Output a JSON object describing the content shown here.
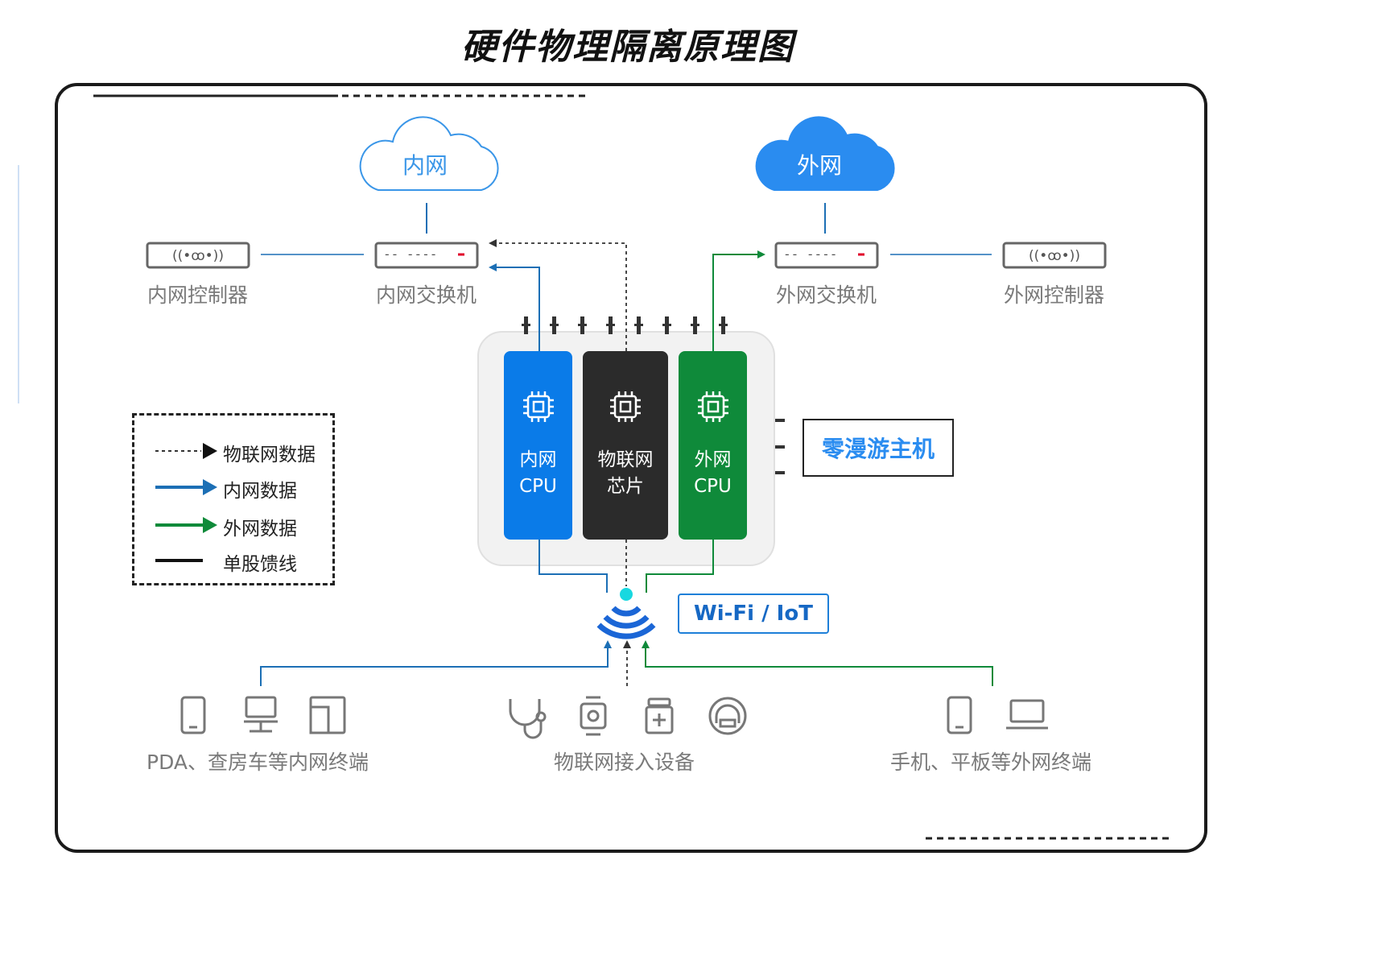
{
  "title": "硬件物理隔离原理图",
  "clouds": {
    "intranet": "内网",
    "extranet": "外网"
  },
  "devices": {
    "intranet_controller": "内网控制器",
    "intranet_switch": "内网交换机",
    "extranet_switch": "外网交换机",
    "extranet_controller": "外网控制器"
  },
  "cpus": {
    "intranet": {
      "line1": "内网",
      "line2": "CPU"
    },
    "iot": {
      "line1": "物联网",
      "line2": "芯片"
    },
    "extranet": {
      "line1": "外网",
      "line2": "CPU"
    }
  },
  "host_label": "零漫游主机",
  "wifi_label": "Wi-Fi / IoT",
  "legend": [
    {
      "label": "物联网数据"
    },
    {
      "label": "内网数据"
    },
    {
      "label": "外网数据"
    },
    {
      "label": "单股馈线"
    }
  ],
  "terminals": {
    "intranet": "PDA、查房车等内网终端",
    "iot": "物联网接入设备",
    "extranet": "手机、平板等外网终端"
  },
  "colors": {
    "intranet": "#0a7be8",
    "iot": "#2b2b2b",
    "extranet": "#0f8a3a",
    "cloud_out": "#2a8cf0",
    "line_blue": "#1c6fb5"
  }
}
